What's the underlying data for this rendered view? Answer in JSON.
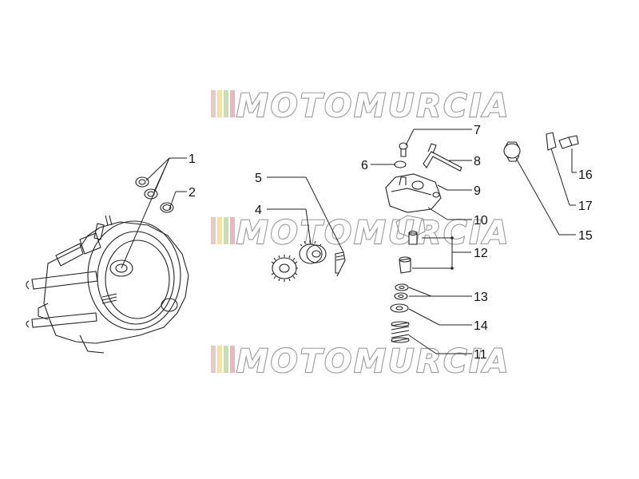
{
  "watermark": {
    "text": "MOTOMURCIA",
    "stripe_colors": [
      "#e8c9c4",
      "#f1e3a6",
      "#c9dfb3",
      "#e7b9b9"
    ]
  },
  "callouts": [
    {
      "id": "1",
      "text": "1"
    },
    {
      "id": "2",
      "text": "2"
    },
    {
      "id": "4",
      "text": "4"
    },
    {
      "id": "5",
      "text": "5"
    },
    {
      "id": "6",
      "text": "6"
    },
    {
      "id": "7",
      "text": "7"
    },
    {
      "id": "8",
      "text": "8"
    },
    {
      "id": "9",
      "text": "9"
    },
    {
      "id": "10",
      "text": "10"
    },
    {
      "id": "11",
      "text": "11"
    },
    {
      "id": "12",
      "text": "12"
    },
    {
      "id": "13",
      "text": "13"
    },
    {
      "id": "14",
      "text": "14"
    },
    {
      "id": "15",
      "text": "15"
    },
    {
      "id": "16",
      "text": "16"
    },
    {
      "id": "17",
      "text": "17"
    }
  ]
}
